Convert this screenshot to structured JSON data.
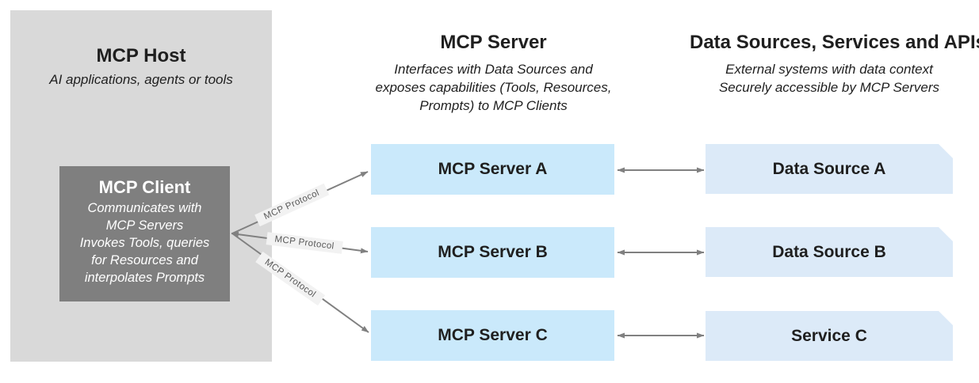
{
  "host": {
    "title": "MCP Host",
    "subtitle": "AI applications, agents or tools",
    "client": {
      "title": "MCP Client",
      "body": "Communicates with\nMCP Servers\nInvokes Tools, queries\nfor Resources and\ninterpolates Prompts"
    }
  },
  "middle": {
    "title": "MCP Server",
    "subtitle": "Interfaces with Data Sources and\nexposes capabilities (Tools, Resources,\nPrompts) to MCP Clients",
    "boxes": [
      {
        "label": "MCP Server A"
      },
      {
        "label": "MCP Server B"
      },
      {
        "label": "MCP Server C"
      }
    ]
  },
  "right": {
    "title": "Data Sources, Services and APIs",
    "subtitle": "External systems with data context\nSecurely accessible by MCP Servers",
    "boxes": [
      {
        "label": "Data Source A"
      },
      {
        "label": "Data Source B"
      },
      {
        "label": "Service C"
      }
    ]
  },
  "protocol_labels": [
    {
      "text": "MCP Protocol"
    },
    {
      "text": "MCP Protocol"
    },
    {
      "text": "MCP Protocol"
    }
  ],
  "colors": {
    "host_panel": "#d9d9d9",
    "client_box": "#7f7f7f",
    "server_box": "#cae9fb",
    "external_box": "#dceaf8",
    "arrow": "#808080",
    "chip_bg": "#f2f2f2",
    "chip_text": "#595959"
  }
}
